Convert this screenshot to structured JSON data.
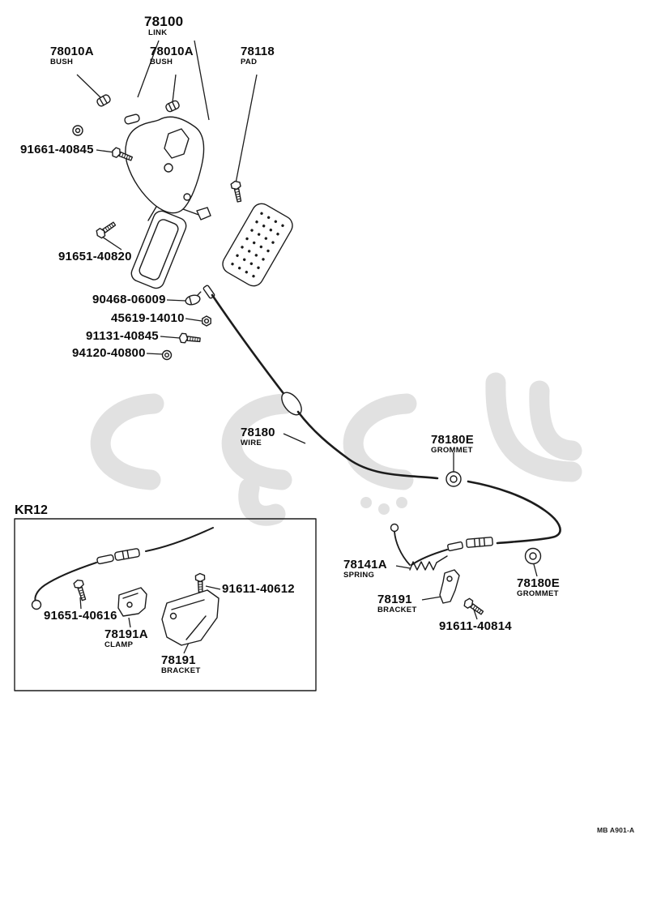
{
  "diagram": {
    "inset_code": "KR12",
    "doc_code": "MB A901-A"
  },
  "labels": {
    "link": {
      "code": "78100",
      "name": "LINK"
    },
    "bush_left": {
      "code": "78010A",
      "name": "BUSH"
    },
    "bush_mid": {
      "code": "78010A",
      "name": "BUSH"
    },
    "pad": {
      "code": "78118",
      "name": "PAD"
    },
    "bolt_91661_40845": {
      "code": "91661-40845"
    },
    "bolt_91651_40820": {
      "code": "91651-40820"
    },
    "clamp_90468_06009": {
      "code": "90468-06009"
    },
    "nut_45619_14010": {
      "code": "45619-14010"
    },
    "bolt_91131_40845": {
      "code": "91131-40845"
    },
    "washer_94120_40800": {
      "code": "94120-40800"
    },
    "wire": {
      "code": "78180",
      "name": "WIRE"
    },
    "grommet_mid": {
      "code": "78180E",
      "name": "GROMMET"
    },
    "bolt_91611_40612": {
      "code": "91611-40612"
    },
    "bolt_91651_40616": {
      "code": "91651-40616"
    },
    "clamp_78191a": {
      "code": "78191A",
      "name": "CLAMP"
    },
    "bracket_inset": {
      "code": "78191",
      "name": "BRACKET"
    },
    "spring_78141a": {
      "code": "78141A",
      "name": "SPRING"
    },
    "bracket_right": {
      "code": "78191",
      "name": "BRACKET"
    },
    "grommet_right": {
      "code": "78180E",
      "name": "GROMMET"
    },
    "bolt_91611_40814": {
      "code": "91611-40814"
    }
  }
}
